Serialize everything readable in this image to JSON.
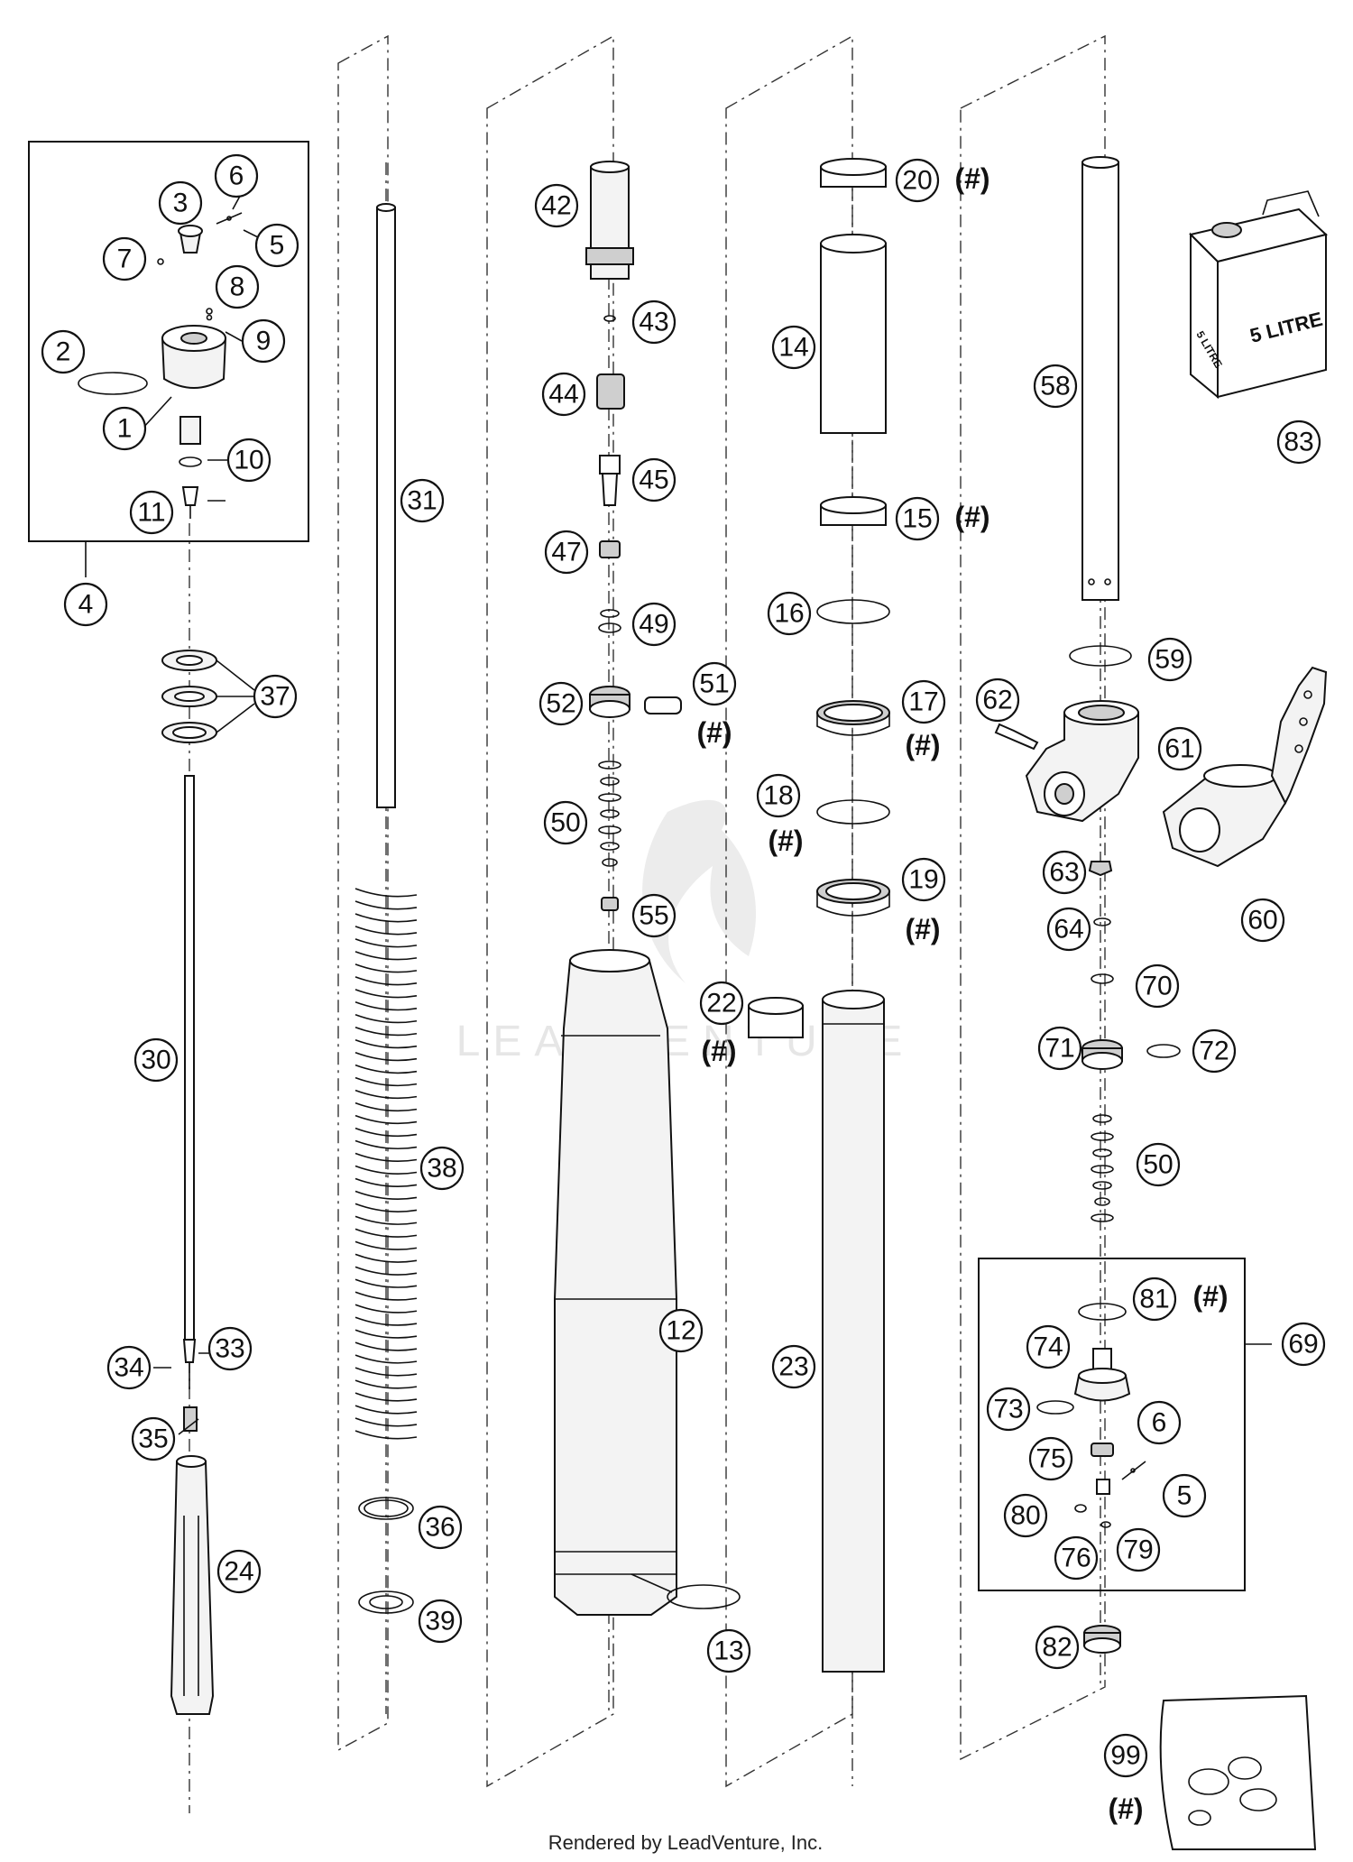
{
  "callouts": [
    {
      "id": "1",
      "label": "1"
    },
    {
      "id": "2",
      "label": "2"
    },
    {
      "id": "3",
      "label": "3"
    },
    {
      "id": "4",
      "label": "4"
    },
    {
      "id": "5",
      "label": "5"
    },
    {
      "id": "6",
      "label": "6"
    },
    {
      "id": "7",
      "label": "7"
    },
    {
      "id": "8",
      "label": "8"
    },
    {
      "id": "9",
      "label": "9"
    },
    {
      "id": "10",
      "label": "10"
    },
    {
      "id": "11",
      "label": "11"
    },
    {
      "id": "12",
      "label": "12"
    },
    {
      "id": "13",
      "label": "13"
    },
    {
      "id": "14",
      "label": "14"
    },
    {
      "id": "15",
      "label": "15",
      "hash": true
    },
    {
      "id": "16",
      "label": "16"
    },
    {
      "id": "17",
      "label": "17",
      "hash": true
    },
    {
      "id": "18",
      "label": "18",
      "hash": true
    },
    {
      "id": "19",
      "label": "19",
      "hash": true
    },
    {
      "id": "20",
      "label": "20",
      "hash": true
    },
    {
      "id": "22",
      "label": "22",
      "hash": true
    },
    {
      "id": "23",
      "label": "23"
    },
    {
      "id": "24",
      "label": "24"
    },
    {
      "id": "30",
      "label": "30"
    },
    {
      "id": "31",
      "label": "31"
    },
    {
      "id": "33",
      "label": "33"
    },
    {
      "id": "34",
      "label": "34"
    },
    {
      "id": "35",
      "label": "35"
    },
    {
      "id": "36",
      "label": "36"
    },
    {
      "id": "37",
      "label": "37"
    },
    {
      "id": "38",
      "label": "38"
    },
    {
      "id": "39",
      "label": "39"
    },
    {
      "id": "42",
      "label": "42"
    },
    {
      "id": "43",
      "label": "43"
    },
    {
      "id": "44",
      "label": "44"
    },
    {
      "id": "45",
      "label": "45"
    },
    {
      "id": "47",
      "label": "47"
    },
    {
      "id": "49",
      "label": "49"
    },
    {
      "id": "50a",
      "label": "50"
    },
    {
      "id": "50b",
      "label": "50"
    },
    {
      "id": "51",
      "label": "51",
      "hash": true
    },
    {
      "id": "52",
      "label": "52"
    },
    {
      "id": "55",
      "label": "55"
    },
    {
      "id": "58",
      "label": "58"
    },
    {
      "id": "59",
      "label": "59"
    },
    {
      "id": "60",
      "label": "60"
    },
    {
      "id": "61",
      "label": "61"
    },
    {
      "id": "62",
      "label": "62"
    },
    {
      "id": "63",
      "label": "63"
    },
    {
      "id": "64",
      "label": "64"
    },
    {
      "id": "69",
      "label": "69"
    },
    {
      "id": "70",
      "label": "70"
    },
    {
      "id": "71",
      "label": "71"
    },
    {
      "id": "72",
      "label": "72"
    },
    {
      "id": "73",
      "label": "73"
    },
    {
      "id": "74",
      "label": "74"
    },
    {
      "id": "75",
      "label": "75"
    },
    {
      "id": "76",
      "label": "76"
    },
    {
      "id": "79",
      "label": "79"
    },
    {
      "id": "80",
      "label": "80"
    },
    {
      "id": "81",
      "label": "81",
      "hash": true
    },
    {
      "id": "82",
      "label": "82"
    },
    {
      "id": "83",
      "label": "83"
    },
    {
      "id": "99",
      "label": "99",
      "hash": true
    },
    {
      "id": "5b",
      "label": "5"
    },
    {
      "id": "6b",
      "label": "6"
    }
  ],
  "hash_marker": "(#)",
  "oil_can_label": "5 LITRE",
  "oil_can_side_label": "5 LITRE",
  "watermark": "LEADVENTURE",
  "footer": "Rendered by LeadVenture, Inc."
}
